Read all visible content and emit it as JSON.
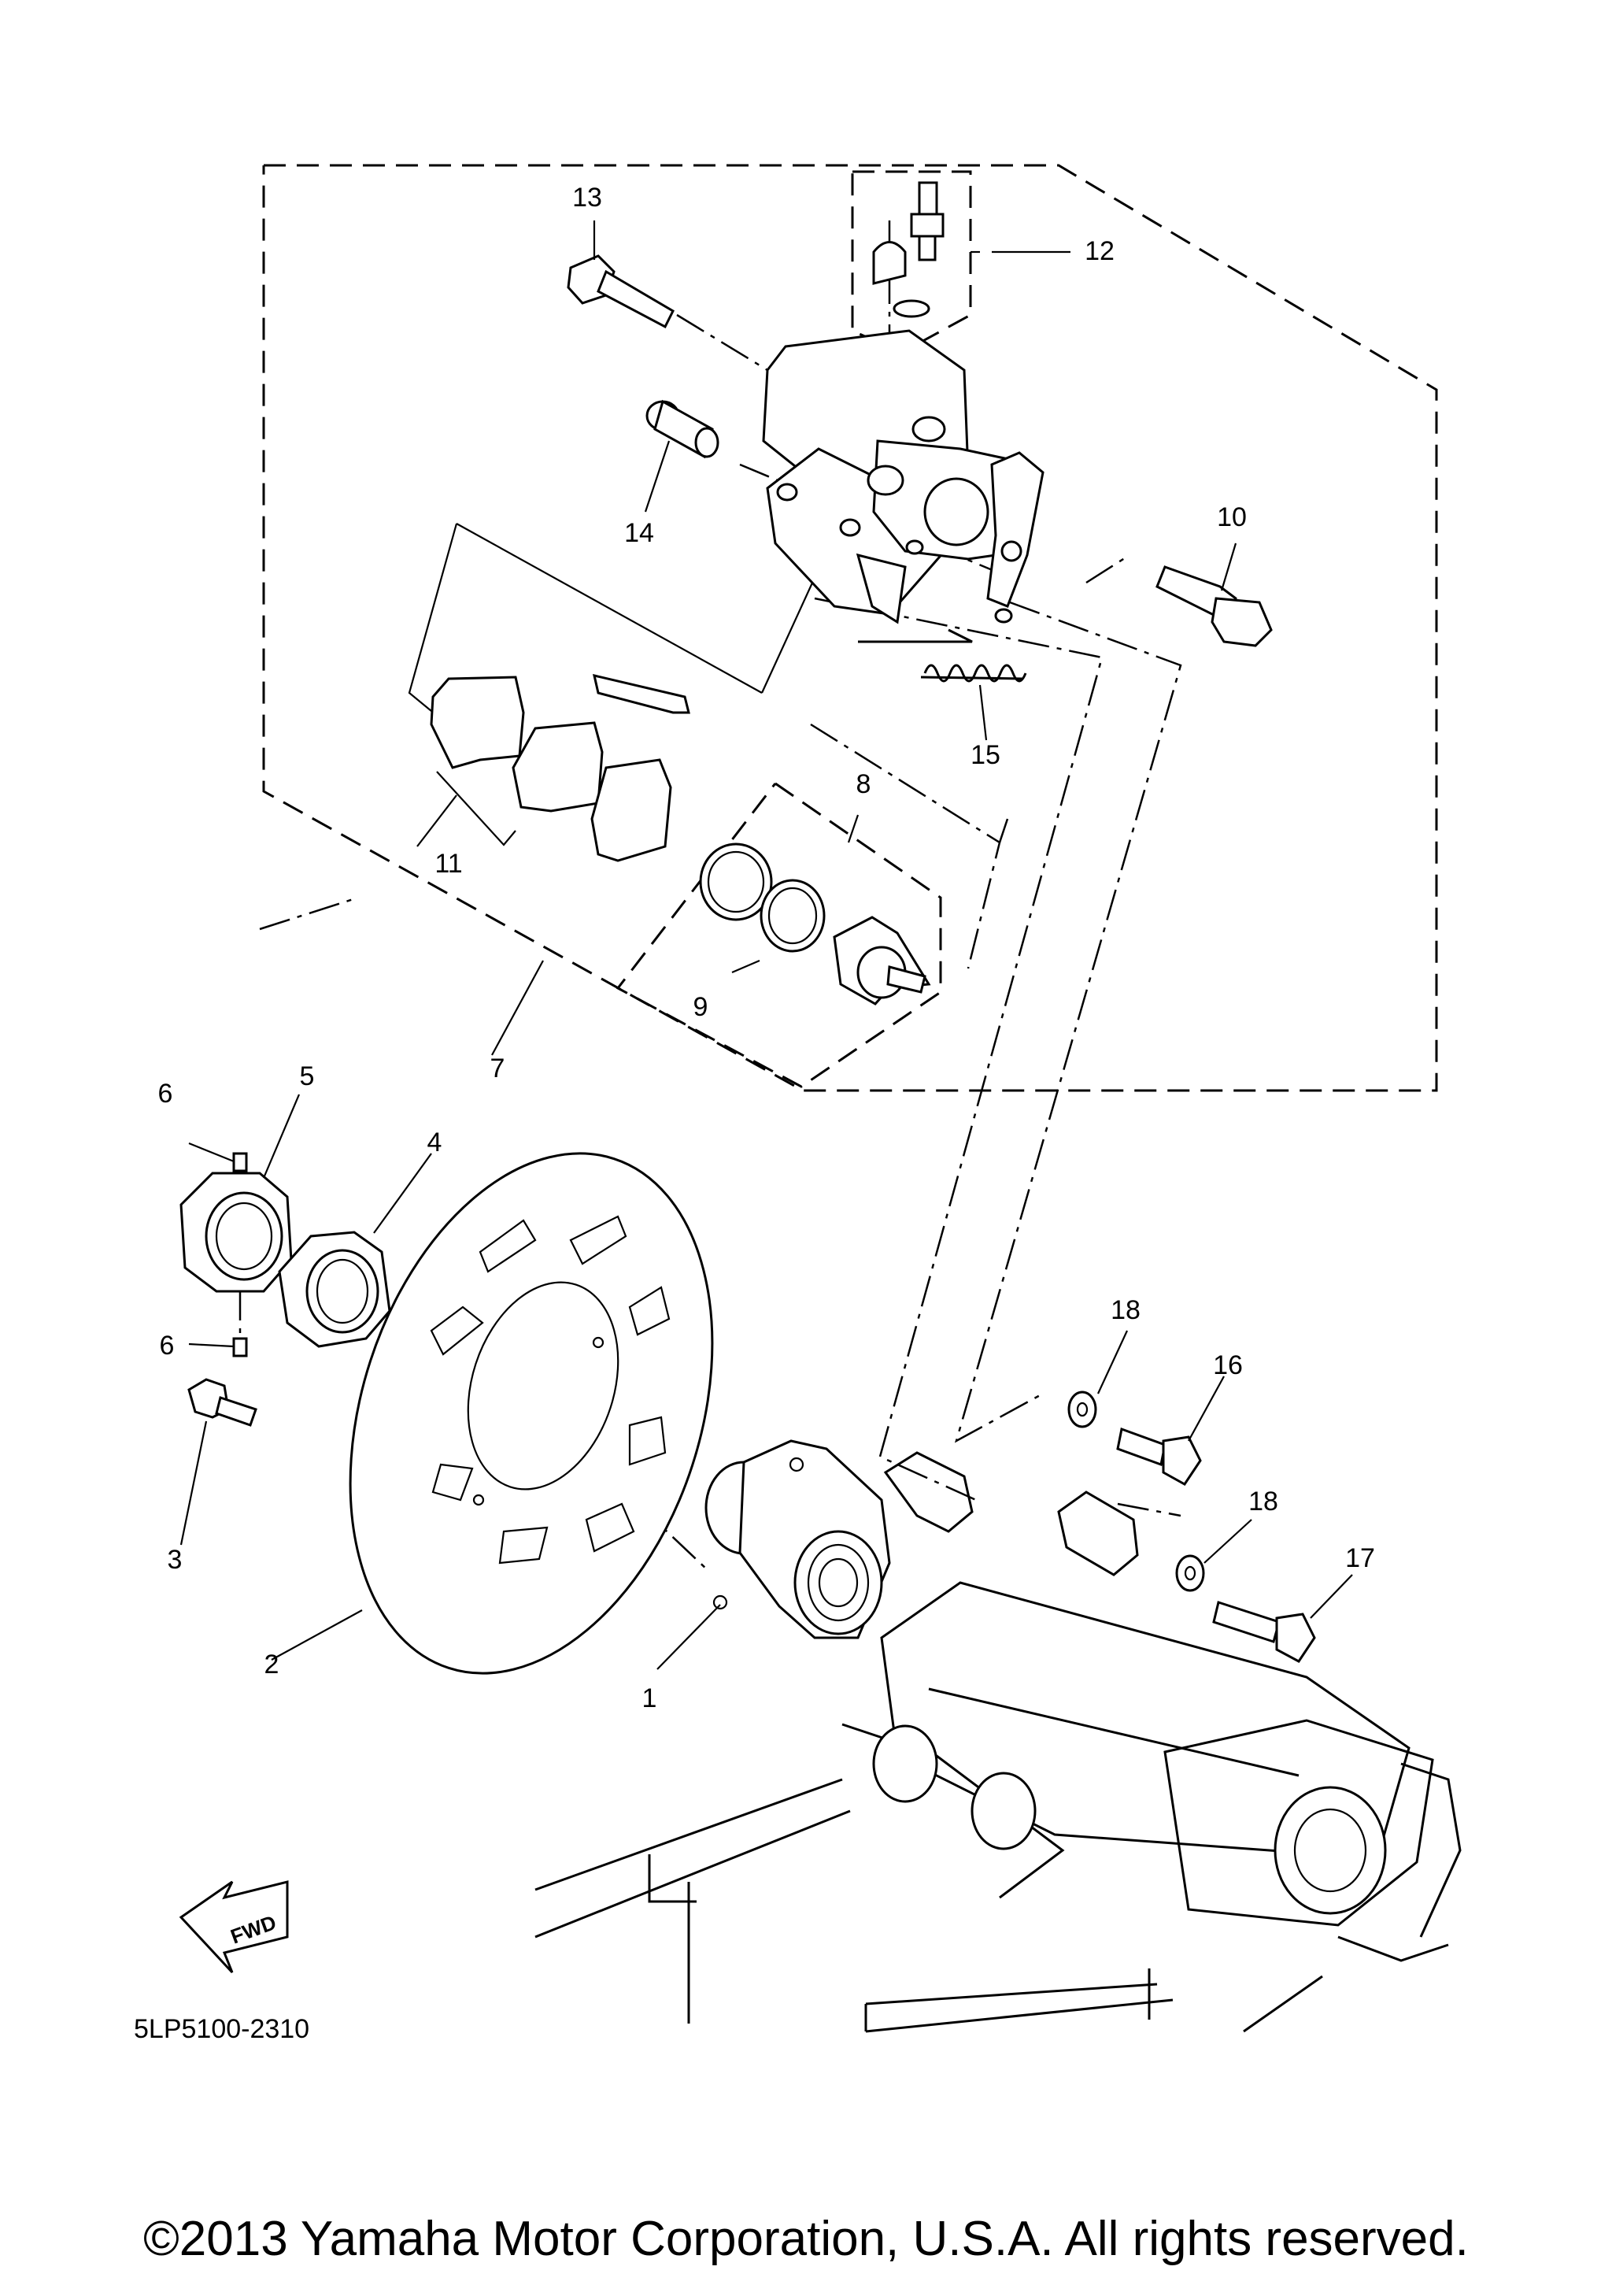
{
  "callouts": {
    "c1": "1",
    "c2": "2",
    "c3": "3",
    "c4": "4",
    "c5": "5",
    "c6a": "6",
    "c6b": "6",
    "c7": "7",
    "c8": "8",
    "c9": "9",
    "c10": "10",
    "c11": "11",
    "c12": "12",
    "c13": "13",
    "c14": "14",
    "c15": "15",
    "c16": "16",
    "c17": "17",
    "c18a": "18",
    "c18b": "18"
  },
  "fwd_label": "FWD",
  "diagram_code": "5LP5100-2310",
  "copyright": "©2013 Yamaha Motor Corporation, U.S.A. All rights reserved."
}
